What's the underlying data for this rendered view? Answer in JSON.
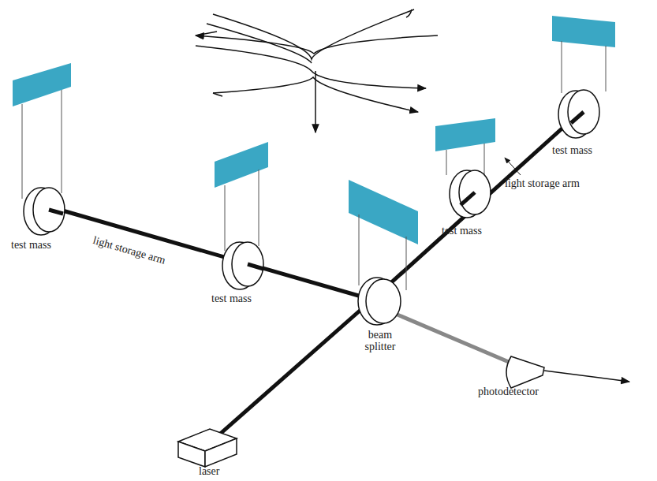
{
  "diagram": {
    "labels": [
      "test mass",
      "light storage arm",
      "test mass",
      "beam splitter",
      "laser",
      "test mass",
      "light storage arm",
      "test mass",
      "photodetector"
    ]
  }
}
